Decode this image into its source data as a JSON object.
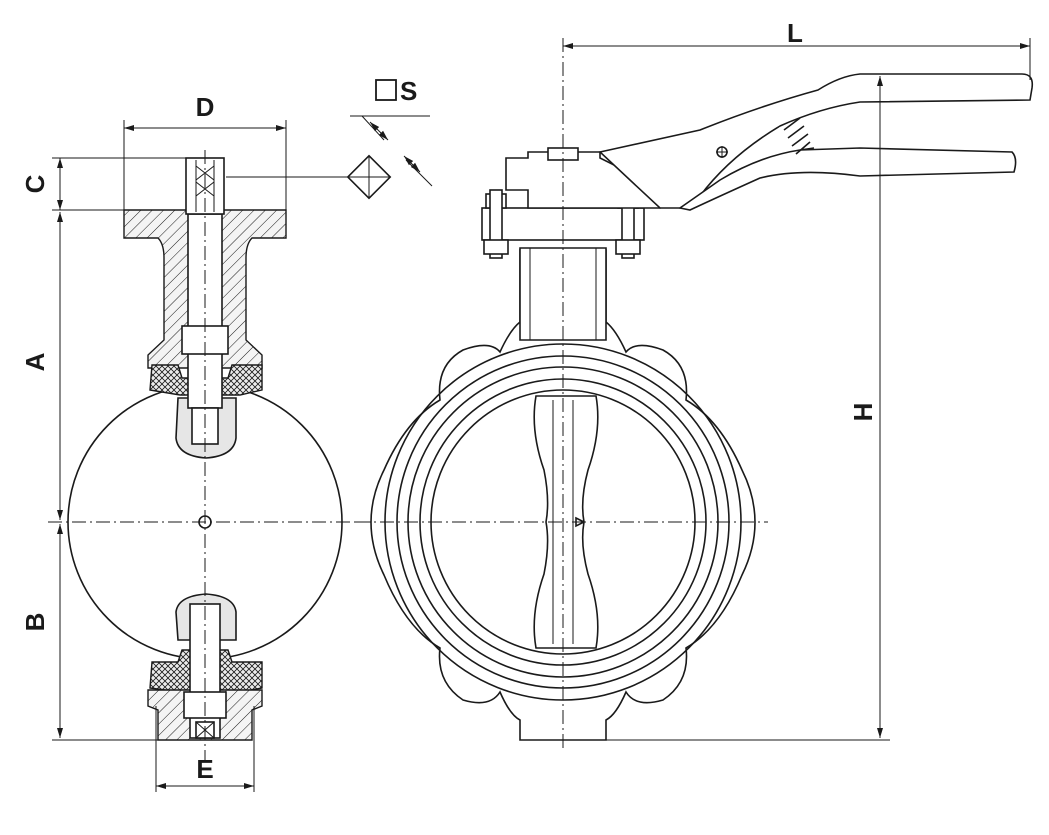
{
  "dimensions": {
    "A": "A",
    "B": "B",
    "C": "C",
    "D": "D",
    "E": "E",
    "S": "S",
    "L": "L",
    "H": "H"
  }
}
